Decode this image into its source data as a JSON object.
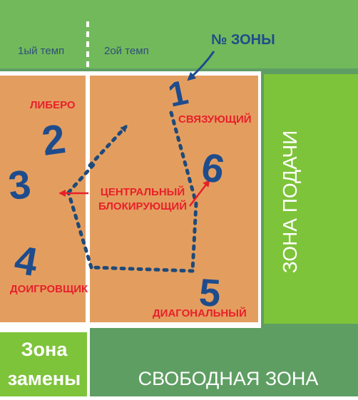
{
  "header": {
    "tempo_1": "1ый темп",
    "tempo_2": "2ой темп",
    "zone_number_label": "№ ЗОНЫ"
  },
  "zones": {
    "service_zone": "ЗОНА ПОДАЧИ",
    "free_zone": "СВОБОДНАЯ ЗОНА",
    "substitution_zone_line1": "Зона",
    "substitution_zone_line2": "замены"
  },
  "positions": {
    "libero": "ЛИБЕРО",
    "setter": "СВЯЗУЮЩИЙ",
    "middle_blocker_line1": "ЦЕНТРАЛЬНЫЙ",
    "middle_blocker_line2": "БЛОКИРУЮЩИЙ",
    "outside_hitter": "ДОИГРОВЩИК",
    "opposite": "ДИАГОНАЛЬНЫЙ"
  },
  "zone_numbers": {
    "z1": "1",
    "z2": "2",
    "z3": "3",
    "z4": "4",
    "z5": "5",
    "z6": "6"
  },
  "colors": {
    "court": "#e39e5f",
    "green_dark": "#5f9e63",
    "green_light": "#72b95b",
    "free_zone_fill": "#5f9e63",
    "substitution_fill": "#7ec43a",
    "label_red": "#e8202a",
    "number_blue": "#1e4c8c",
    "path_blue": "#1f4a79"
  }
}
